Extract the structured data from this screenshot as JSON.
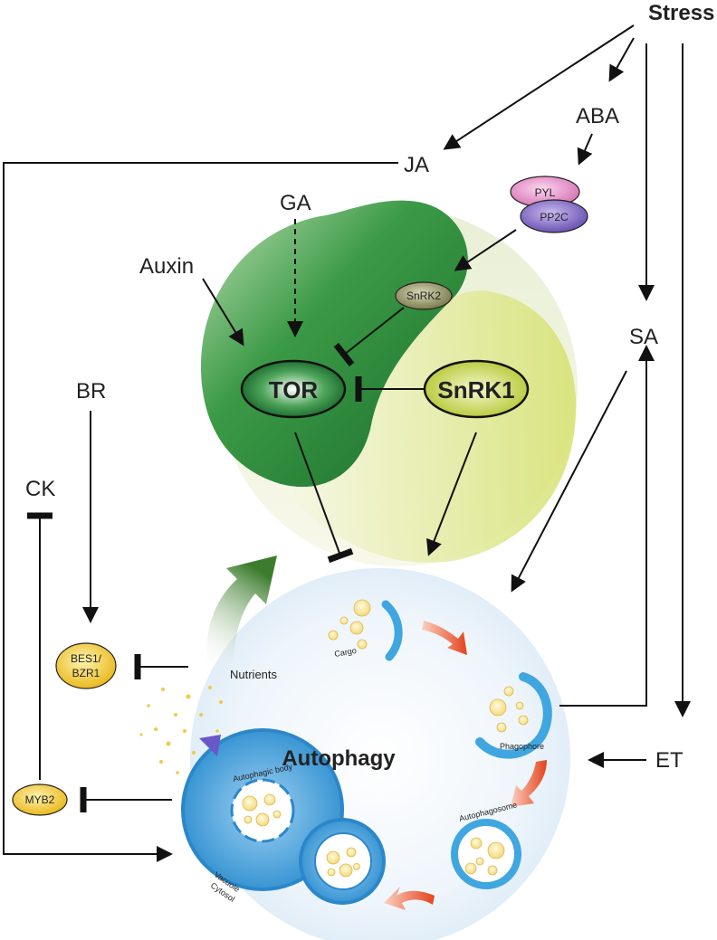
{
  "labels": {
    "stress": "Stress",
    "aba": "ABA",
    "ja": "JA",
    "ga": "GA",
    "auxin": "Auxin",
    "br": "BR",
    "ck": "CK",
    "sa": "SA",
    "et": "ET",
    "nutrients": "Nutrients",
    "autophagy": "Autophagy"
  },
  "nodes": {
    "pyl": "PYL",
    "pp2c": "PP2C",
    "snrk2": "SnRK2",
    "tor": "TOR",
    "snrk1": "SnRK1",
    "bes1_line1": "BES1/",
    "bes1_line2": "BZR1",
    "myb2": "MYB2"
  },
  "cycle": {
    "cargo": "Cargo",
    "phagophore": "Phagophore",
    "autophagosome": "Autophagosome",
    "autophagic_body": "Autophagic body",
    "vacuole": "Vacuole",
    "cytosol": "Cytosol"
  },
  "colors": {
    "dark_green": "#2e8b3a",
    "light_green": "#d6e27a",
    "snrk1_fill": "#c9d94a",
    "tor_fill": "#1f7a35",
    "vacuole_blue": "#4aa6dd",
    "cell_bg": "#e8f2fa",
    "red_arrow": "#e85a2c",
    "yellow_node": "#f2c230",
    "pyl_pink": "#e98ac8",
    "pp2c_purple": "#7b63c2",
    "snrk2_olive": "#8a8a5a"
  }
}
